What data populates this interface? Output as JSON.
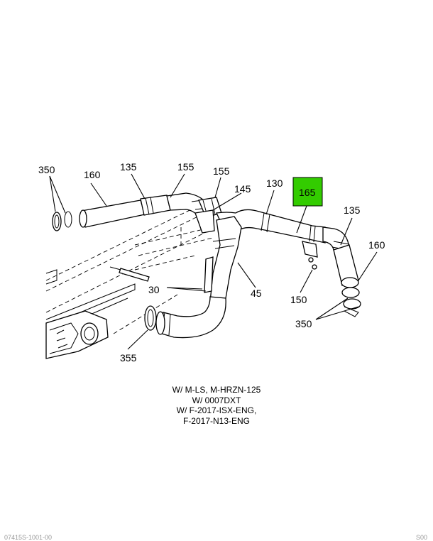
{
  "callouts": {
    "c350_left": "350",
    "c160_left": "160",
    "c135_left": "135",
    "c155_a": "155",
    "c155_b": "155",
    "c145": "145",
    "c130": "130",
    "c165": "165",
    "c135_right": "135",
    "c160_right": "160",
    "c30": "30",
    "c45": "45",
    "c150": "150",
    "c350_right": "350",
    "c355": "355"
  },
  "highlight": {
    "part": "165",
    "color": "#33cc00"
  },
  "note": {
    "line1": "W/ M-LS, M-HRZN-125",
    "line2": "W/ 0007DXT",
    "line3": "W/ F-2017-ISX-ENG,",
    "line4": "F-2017-N13-ENG"
  },
  "footer": {
    "left": "07415S-1001-00",
    "right": "S00"
  }
}
